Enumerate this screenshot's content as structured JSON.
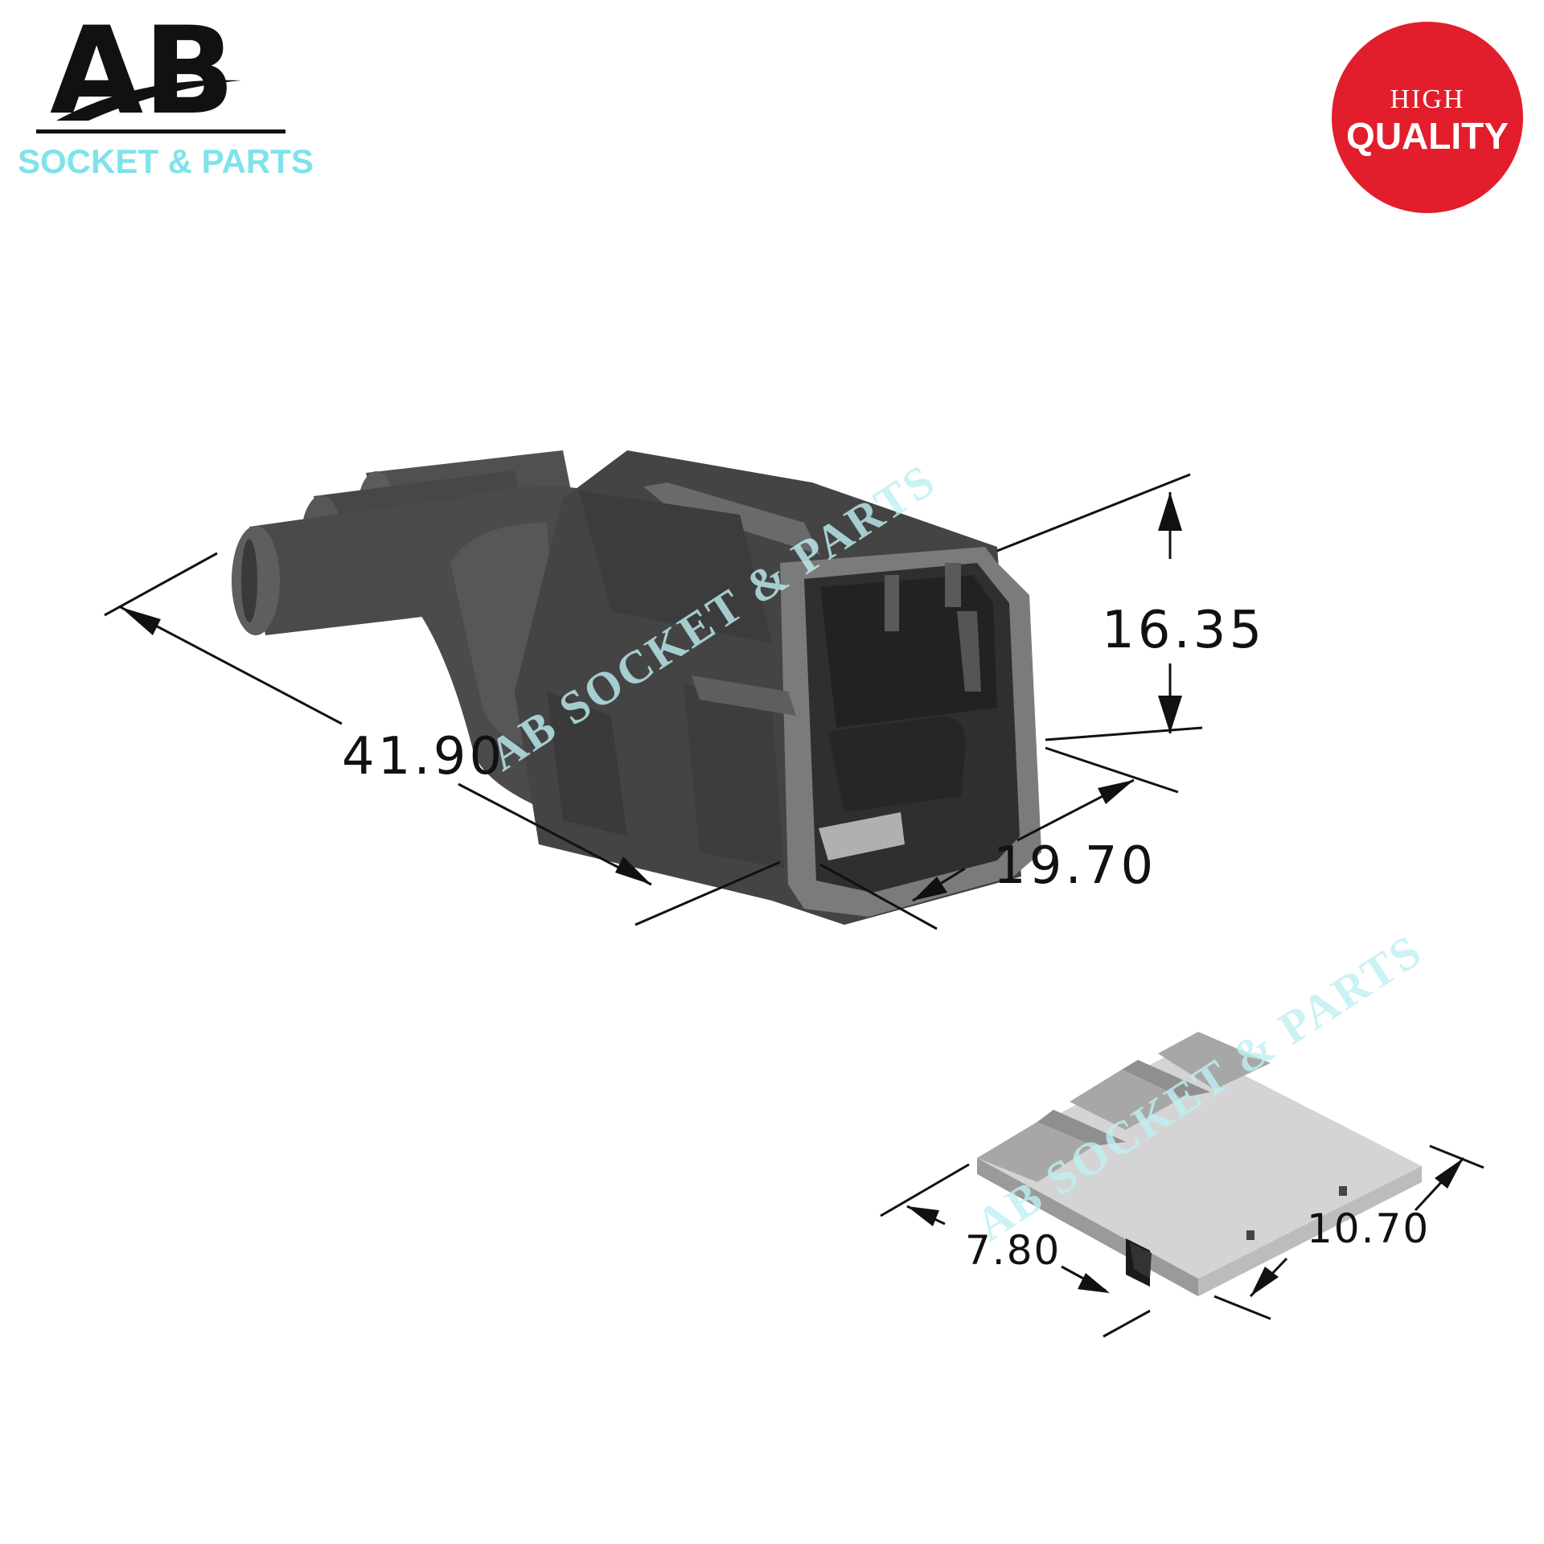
{
  "logo": {
    "letters": "AB",
    "tagline": "SOCKET & PARTS",
    "tagline_color": "#7ee3ea"
  },
  "badge": {
    "line1": "HIGH",
    "line2": "QUALITY",
    "color": "#e31e2c"
  },
  "watermark": "AB SOCKET & PARTS",
  "connector": {
    "dims": {
      "length": "41.90",
      "height": "16.35",
      "width": "19.70"
    }
  },
  "retainer": {
    "dims": {
      "width": "7.80",
      "length": "10.70"
    }
  },
  "colors": {
    "housing": "#4a4a4a",
    "housing_light": "#8a8a8a",
    "retainer": "#c8c8c8"
  }
}
